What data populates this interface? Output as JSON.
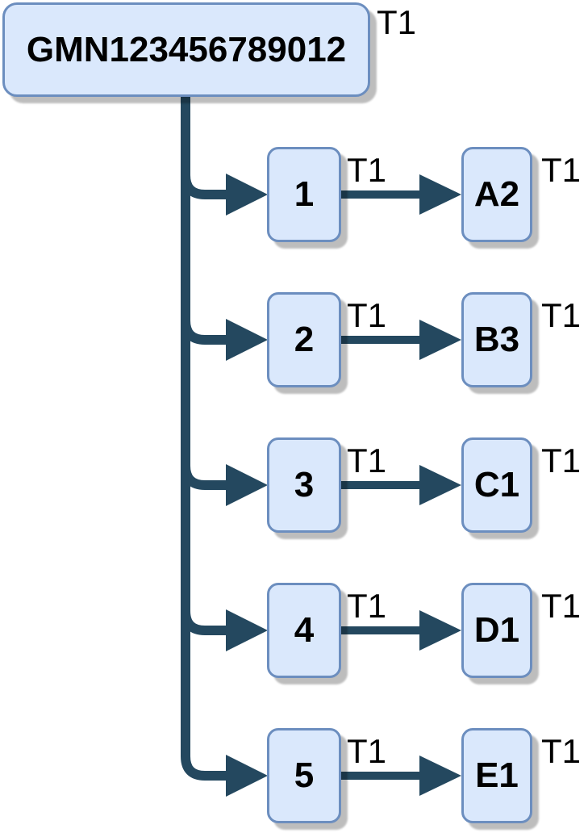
{
  "diagram": {
    "title": "packaging-hierarchy-tree",
    "root": {
      "label": "GMN123456789012",
      "tag": "T1"
    },
    "rows": [
      {
        "mid_label": "1",
        "mid_tag": "T1",
        "end_label": "A2",
        "end_tag": "T1"
      },
      {
        "mid_label": "2",
        "mid_tag": "T1",
        "end_label": "B3",
        "end_tag": "T1"
      },
      {
        "mid_label": "3",
        "mid_tag": "T1",
        "end_label": "C1",
        "end_tag": "T1"
      },
      {
        "mid_label": "4",
        "mid_tag": "T1",
        "end_label": "D1",
        "end_tag": "T1"
      },
      {
        "mid_label": "5",
        "mid_tag": "T1",
        "end_label": "E1",
        "end_tag": "T1"
      }
    ],
    "colors": {
      "node_fill": "#dae8fc",
      "node_border": "#6c8ebf",
      "connector": "#24485f",
      "text": "#000000",
      "shadow": "#c3c3c3",
      "background": "#ffffff"
    }
  }
}
